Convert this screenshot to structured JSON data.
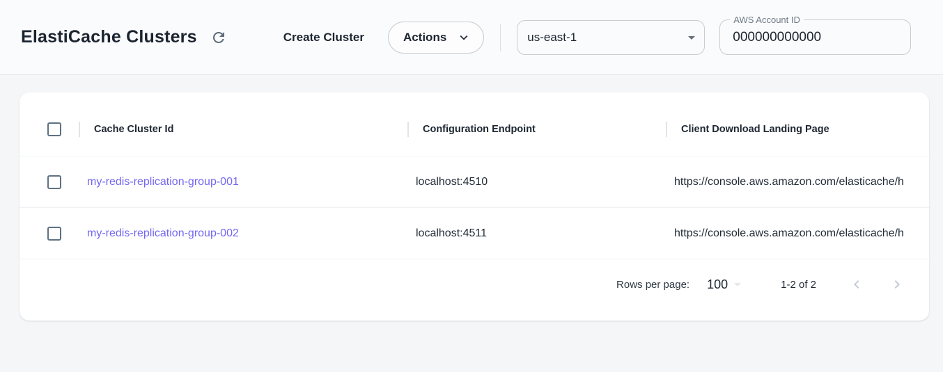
{
  "header": {
    "title": "ElastiCache Clusters",
    "create_cluster_label": "Create Cluster",
    "actions_label": "Actions",
    "region": {
      "selected": "us-east-1"
    },
    "account_field": {
      "label": "AWS Account ID",
      "value": "000000000000"
    }
  },
  "table": {
    "columns": [
      "Cache Cluster Id",
      "Configuration Endpoint",
      "Client Download Landing Page"
    ],
    "rows": [
      {
        "cache_cluster_id": "my-redis-replication-group-001",
        "configuration_endpoint": "localhost:4510",
        "client_download_landing_page": "https://console.aws.amazon.com/elasticache/h"
      },
      {
        "cache_cluster_id": "my-redis-replication-group-002",
        "configuration_endpoint": "localhost:4511",
        "client_download_landing_page": "https://console.aws.amazon.com/elasticache/h"
      }
    ],
    "pagination": {
      "rows_per_page_label": "Rows per page:",
      "rows_per_page_value": "100",
      "range_label": "1-2 of 2"
    }
  },
  "icons": {
    "refresh": "refresh-icon",
    "actions_chevron": "chevron-down-icon",
    "region_arrow": "dropdown-arrow-icon",
    "rows_per_page_arrow": "dropdown-arrow-icon",
    "prev": "chevron-left-icon",
    "next": "chevron-right-icon"
  },
  "colors": {
    "link": "#7367f0",
    "header_bg": "#fafbfc",
    "body_bg": "#f5f6f8",
    "card_bg": "#ffffff",
    "text_primary": "#1f2833",
    "icon_slate": "#5d6b7a",
    "border_light": "#c7ccd2",
    "disabled_icon": "#c6cbd1"
  }
}
